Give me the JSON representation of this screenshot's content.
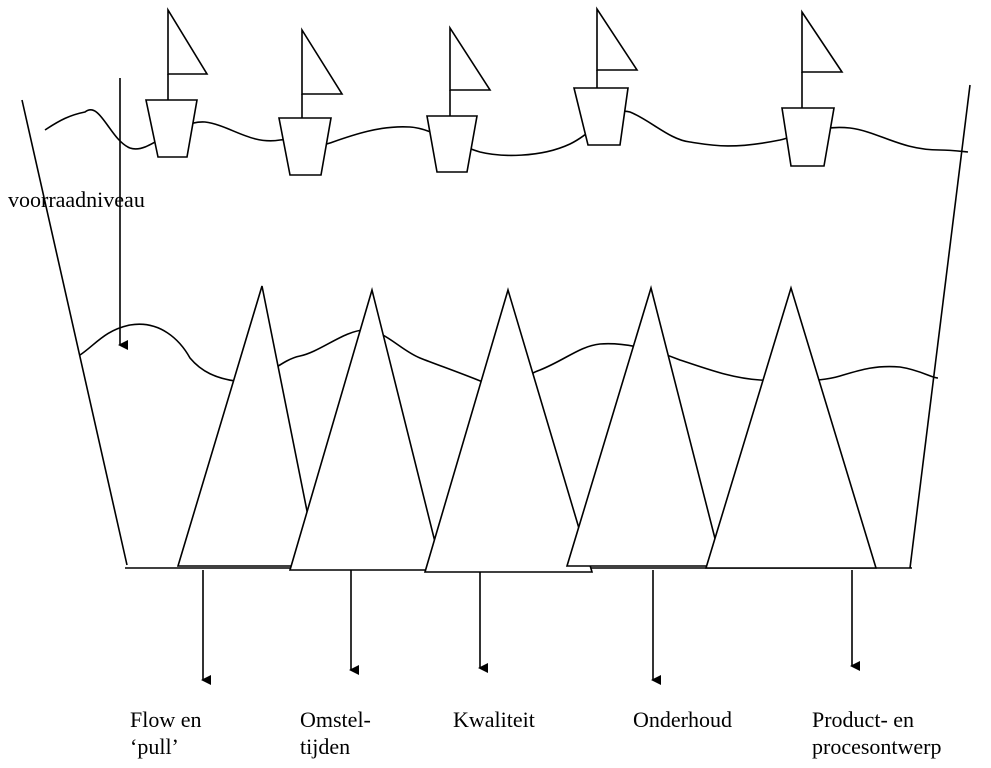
{
  "level_label": "voorraadniveau",
  "obstacles": [
    {
      "line1": "Flow en",
      "line2": "‘pull’"
    },
    {
      "line1": "Omstel-",
      "line2": "tijden"
    },
    {
      "line1": "Kwaliteit",
      "line2": ""
    },
    {
      "line1": "Onderhoud",
      "line2": ""
    },
    {
      "line1": "Product- en",
      "line2": "procesontwerp"
    }
  ],
  "colors": {
    "stroke": "#000000",
    "background": "#ffffff"
  },
  "icons": {
    "boat": "boat-icon",
    "rock": "rock-triangle"
  }
}
